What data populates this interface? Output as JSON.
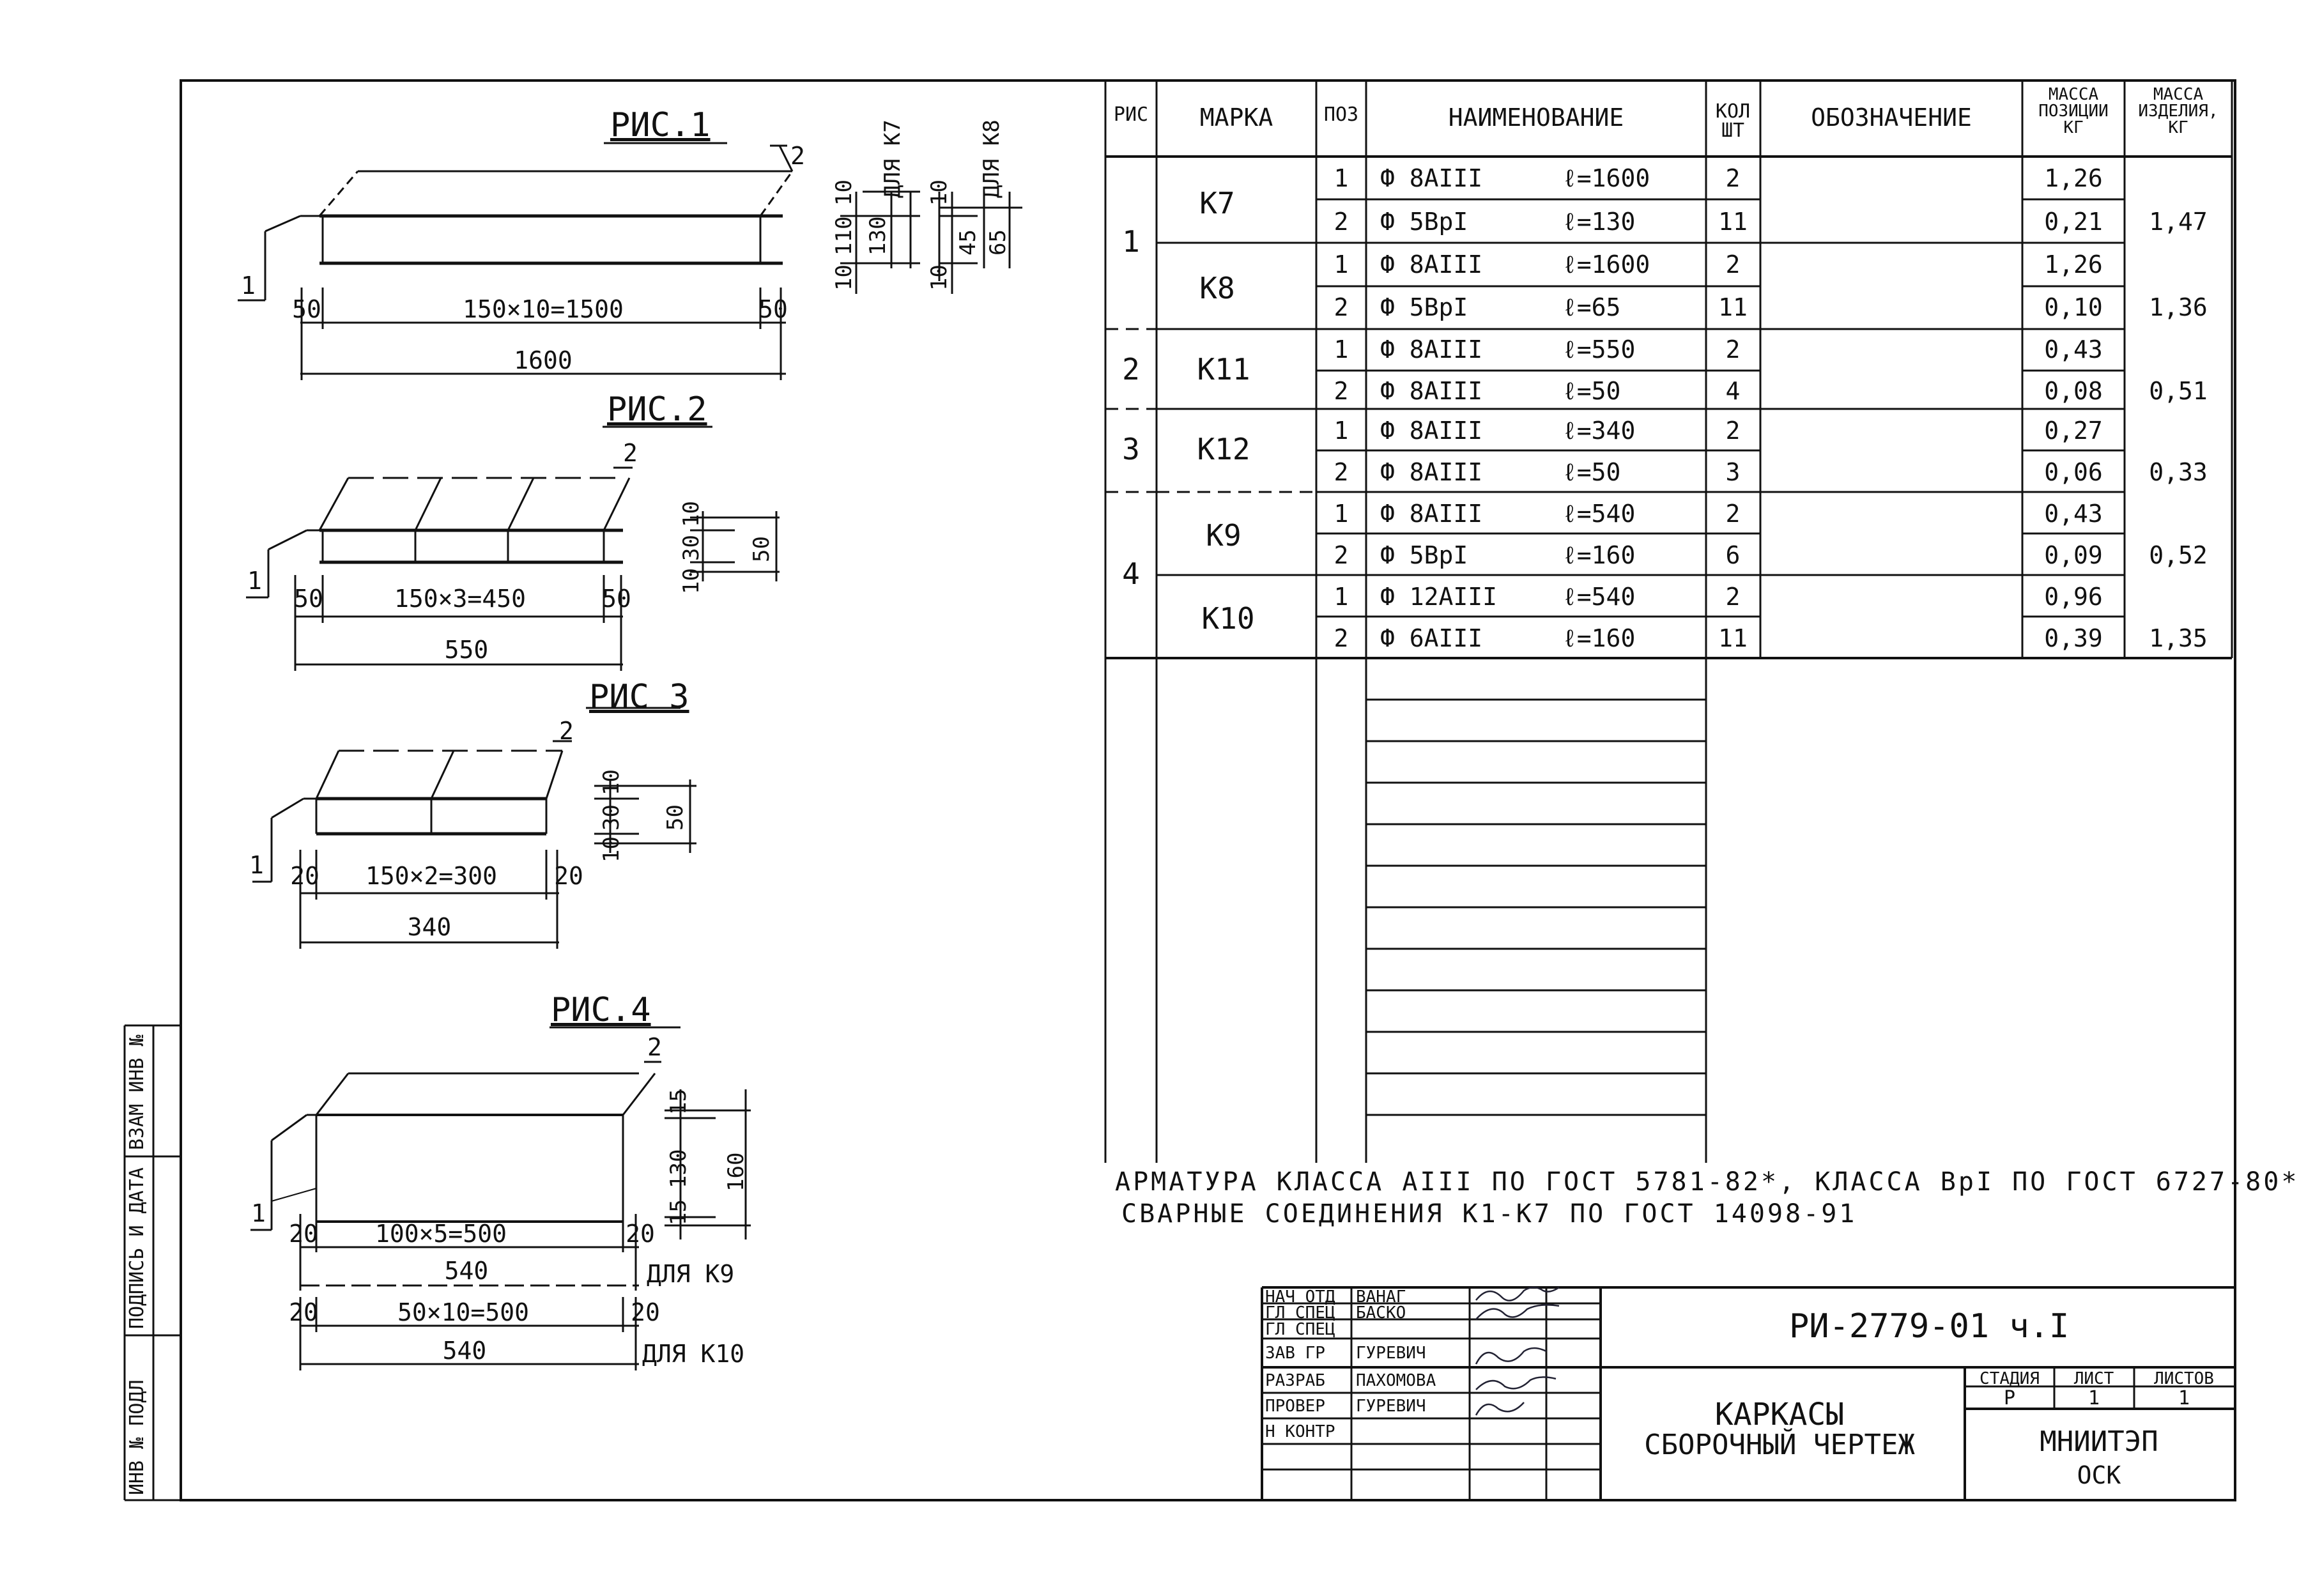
{
  "figures": {
    "fig1": {
      "title": "РИС.1",
      "pos1": "1",
      "pos2": "2",
      "dim_main": "150×10=1500",
      "dim_end_left": "50",
      "dim_end_right": "50",
      "dim_total": "1600",
      "side_k7": [
        "10",
        "110",
        "130",
        "10"
      ],
      "side_k7_label": "ДЛЯ К7",
      "side_k8": [
        "10",
        "45",
        "65",
        "10"
      ],
      "side_k8_label": "ДЛЯ К8"
    },
    "fig2": {
      "title": "РИС.2",
      "pos1": "1",
      "pos2": "2",
      "dim_main": "150×3=450",
      "dim_end_left": "50",
      "dim_end_right": "50",
      "dim_total": "550",
      "side": [
        "10",
        "30",
        "10",
        "50"
      ]
    },
    "fig3": {
      "title": "РИС 3",
      "pos1": "1",
      "pos2": "2",
      "dim_main": "150×2=300",
      "dim_end_left": "20",
      "dim_end_right": "20",
      "dim_total": "340",
      "side": [
        "10",
        "30",
        "10",
        "50"
      ]
    },
    "fig4": {
      "title": "РИС.4",
      "pos1": "1",
      "pos2": "2",
      "dim_k9_main": "100×5=500",
      "dim_k9_left": "20",
      "dim_k9_right": "20",
      "dim_k9_total": "540",
      "label_k9": "ДЛЯ К9",
      "dim_k10_main": "50×10=500",
      "dim_k10_left": "20",
      "dim_k10_right": "20",
      "dim_k10_total": "540",
      "label_k10": "ДЛЯ К10",
      "side": [
        "15",
        "130",
        "15",
        "160"
      ]
    }
  },
  "spec_table": {
    "headers": {
      "ris": "РИС",
      "marka": "МАРКА",
      "poz": "ПОЗ",
      "naim": "НАИМЕНОВАНИЕ",
      "kol": "КОЛ ШТ",
      "oboz": "ОБОЗНАЧЕНИЕ",
      "massa_poz": "МАССА ПОЗИЦИИ КГ",
      "massa_izd": "МАССА ИЗДЕЛИЯ, КГ"
    },
    "groups": [
      {
        "ris": "1",
        "items": [
          {
            "marka": "К7",
            "massa_izd": "1,47",
            "rows": [
              {
                "poz": "1",
                "naim": "Ф 8АIII",
                "len": "ℓ=1600",
                "kol": "2",
                "massa": "1,26"
              },
              {
                "poz": "2",
                "naim": "Ф 5ВрI",
                "len": "ℓ=130",
                "kol": "11",
                "massa": "0,21"
              }
            ]
          },
          {
            "marka": "К8",
            "massa_izd": "1,36",
            "rows": [
              {
                "poz": "1",
                "naim": "Ф 8АIII",
                "len": "ℓ=1600",
                "kol": "2",
                "massa": "1,26"
              },
              {
                "poz": "2",
                "naim": "Ф 5ВрI",
                "len": "ℓ=65",
                "kol": "11",
                "massa": "0,10"
              }
            ]
          }
        ]
      },
      {
        "ris": "2",
        "items": [
          {
            "marka": "К11",
            "massa_izd": "0,51",
            "rows": [
              {
                "poz": "1",
                "naim": "Ф 8АIII",
                "len": "ℓ=550",
                "kol": "2",
                "massa": "0,43"
              },
              {
                "poz": "2",
                "naim": "Ф 8АIII",
                "len": "ℓ=50",
                "kol": "4",
                "massa": "0,08"
              }
            ]
          }
        ]
      },
      {
        "ris": "3",
        "items": [
          {
            "marka": "К12",
            "massa_izd": "0,33",
            "rows": [
              {
                "poz": "1",
                "naim": "Ф 8АIII",
                "len": "ℓ=340",
                "kol": "2",
                "massa": "0,27"
              },
              {
                "poz": "2",
                "naim": "Ф 8АIII",
                "len": "ℓ=50",
                "kol": "3",
                "massa": "0,06"
              }
            ]
          }
        ]
      },
      {
        "ris": "4",
        "items": [
          {
            "marka": "К9",
            "massa_izd": "0,52",
            "rows": [
              {
                "poz": "1",
                "naim": "Ф 8АIII",
                "len": "ℓ=540",
                "kol": "2",
                "massa": "0,43"
              },
              {
                "poz": "2",
                "naim": "Ф 5ВрI",
                "len": "ℓ=160",
                "kol": "6",
                "massa": "0,09"
              }
            ]
          },
          {
            "marka": "К10",
            "massa_izd": "1,35",
            "rows": [
              {
                "poz": "1",
                "naim": "Ф 12АIII",
                "len": "ℓ=540",
                "kol": "2",
                "massa": "0,96"
              },
              {
                "poz": "2",
                "naim": "Ф 6АIII",
                "len": "ℓ=160",
                "kol": "11",
                "massa": "0,39"
              }
            ]
          }
        ]
      }
    ]
  },
  "notes": [
    "АРМАТУРА КЛАССА АIII ПО ГОСТ 5781-82*, КЛАССА ВрI ПО ГОСТ 6727-80*",
    "СВАРНЫЕ СОЕДИНЕНИЯ К1-К7 ПО ГОСТ 14098-91"
  ],
  "left_strip": [
    "ИНВ № ПОДЛ",
    "ПОДПИСЬ И ДАТА",
    "ВЗАМ ИНВ №"
  ],
  "title_block": {
    "doc_code": "РИ-2779-01 ч.I",
    "title_line1": "КАРКАСЫ",
    "title_line2": "СБОРОЧНЫЙ ЧЕРТЕЖ",
    "stage_label": "СТАДИЯ",
    "sheet_label": "ЛИСТ",
    "sheets_label": "ЛИСТОВ",
    "stage": "Р",
    "sheet": "1",
    "sheets": "1",
    "org1": "МНИИТЭП",
    "org2": "ОСК",
    "roles": [
      {
        "role": "НАЧ ОТД",
        "name": "ВАНАГ"
      },
      {
        "role": "ГЛ СПЕЦ",
        "name": "БАСКО"
      },
      {
        "role": "ГЛ СПЕЦ",
        "name": ""
      },
      {
        "role": "ЗАВ ГР",
        "name": "ГУРЕВИЧ"
      },
      {
        "role": "РАЗРАБ",
        "name": "ПАХОМОВА"
      },
      {
        "role": "ПРОВЕР",
        "name": "ГУРЕВИЧ"
      },
      {
        "role": "Н КОНТР",
        "name": ""
      }
    ]
  }
}
